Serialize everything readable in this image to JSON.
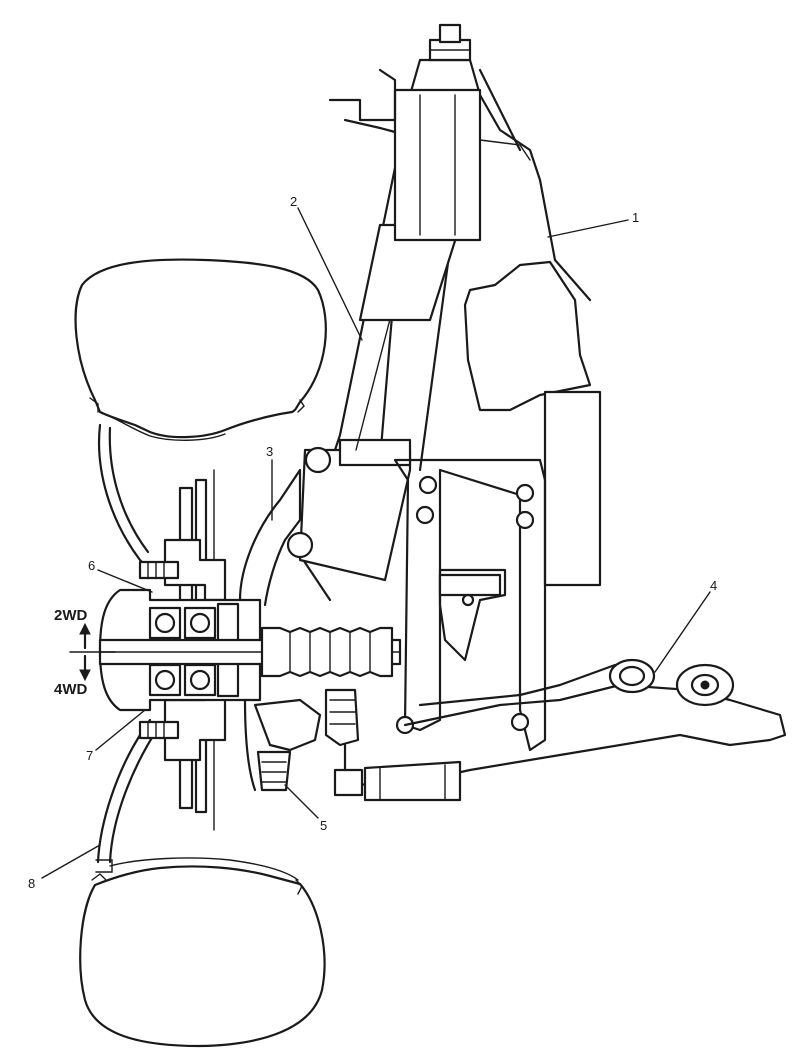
{
  "callouts": {
    "c1": "1",
    "c2": "2",
    "c3": "3",
    "c4": "4",
    "c5": "5",
    "c6": "6",
    "c7": "7",
    "c8": "8"
  },
  "drive": {
    "top": "2WD",
    "bottom": "4WD"
  }
}
